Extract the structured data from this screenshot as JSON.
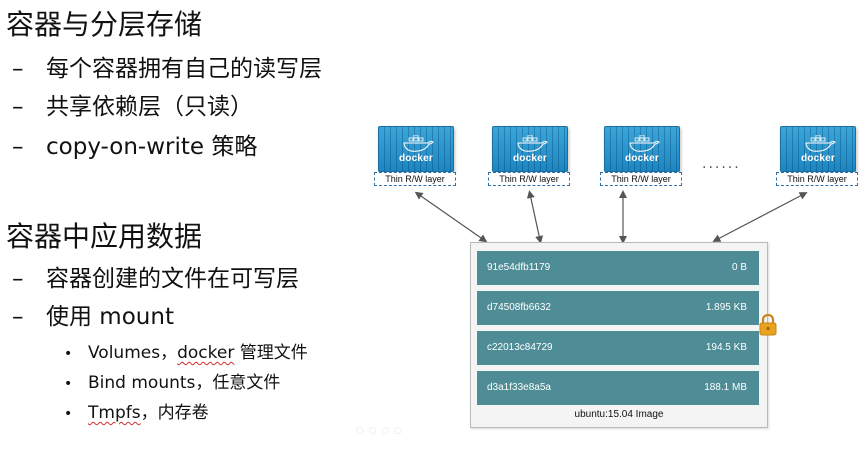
{
  "section1": {
    "heading": "容器与分层存储",
    "bullets": [
      "每个容器拥有自己的读写层",
      "共享依赖层（只读）",
      "copy-on-write 策略"
    ]
  },
  "section2": {
    "heading": "容器中应用数据",
    "bullets": [
      "容器创建的文件在可写层",
      "使用 mount"
    ],
    "sub_bullets": [
      {
        "pre": "Volumes，",
        "mark": "docker",
        "post": " 管理文件"
      },
      {
        "pre": "Bind mounts，任意文件",
        "mark": "",
        "post": ""
      },
      {
        "pre": "",
        "mark": "Tmpfs",
        "post": "，内存卷"
      }
    ]
  },
  "dash": "–",
  "dot": "•",
  "diagram": {
    "container_brand": "docker",
    "container_layer_label": "Thin R/W layer",
    "ellipsis": "......",
    "image_caption": "ubuntu:15.04 Image",
    "layers": [
      {
        "id": "91e54dfb1179",
        "size": "0 B"
      },
      {
        "id": "d74508fb6632",
        "size": "1.895 KB"
      },
      {
        "id": "c22013c84729",
        "size": "194.5 KB"
      },
      {
        "id": "d3a1f33e8a5a",
        "size": "188.1 MB"
      }
    ],
    "colors": {
      "container": "#1d86c2",
      "layer_row": "#4e8c96",
      "lock": "#e8a21c"
    },
    "icons": [
      "docker-whale-icon",
      "lock-icon"
    ]
  }
}
